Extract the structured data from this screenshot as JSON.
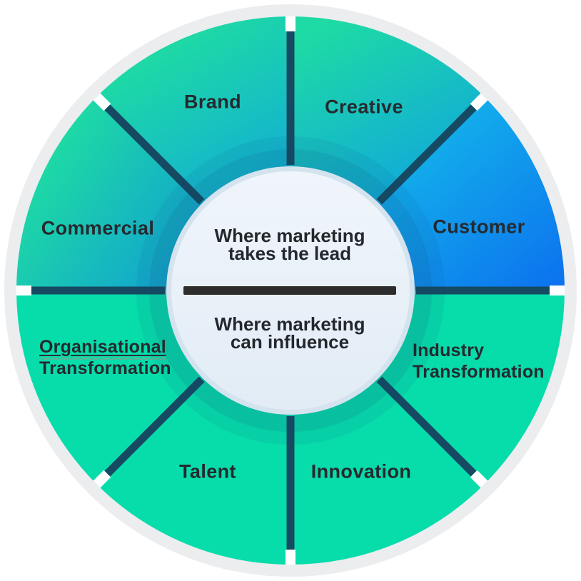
{
  "diagram": {
    "center": {
      "top": {
        "line1": "Where marketing",
        "line2": "takes the lead"
      },
      "bottom": {
        "line1": "Where marketing",
        "line2": "can influence"
      }
    },
    "segments": [
      {
        "label": "Brand"
      },
      {
        "label": "Creative"
      },
      {
        "label": "Customer"
      },
      {
        "label": "Industry",
        "label2": "Transformation"
      },
      {
        "label": "Innovation"
      },
      {
        "label": "Talent"
      },
      {
        "label": "Organisational",
        "label2": "Transformation"
      },
      {
        "label": "Commercial"
      }
    ],
    "colors": {
      "outer_ring": "#ecedef",
      "divider": "#164a62",
      "notch": "#ffffff",
      "center_bar": "#2d2d2d",
      "center_circle": "#e9f1f8",
      "center_circle_rim": "#d5e3ef",
      "teal_flat": "#07dcab",
      "gradient_green": "#1edaa4",
      "gradient_blue": "#0d9ce9",
      "gradient_deep_blue": "#0b6bef",
      "label_text": "#26292e",
      "center_text": "#24282d"
    }
  }
}
